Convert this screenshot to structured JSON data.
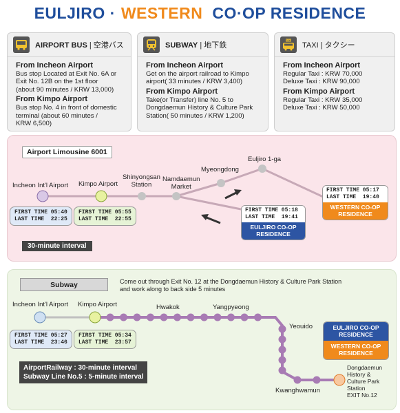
{
  "title": {
    "part1": "EULJIRO ·",
    "part2": "WESTERN",
    "part3": "CO·OP RESIDENCE"
  },
  "cards": {
    "bus": {
      "label_bold": "AIRPORT BUS",
      "label_rest": " | 空港バス",
      "icon": "bus-icon",
      "lines": [
        {
          "type": "h",
          "text": "From Incheon Airport"
        },
        {
          "type": "t",
          "text": "Bus stop Located at Exit No. 6A or"
        },
        {
          "type": "t",
          "text": "Exit No. 12B on the 1st floor"
        },
        {
          "type": "t",
          "text": "(about 90 minutes / KRW 13,000)"
        },
        {
          "type": "h",
          "text": "From Kimpo Airport"
        },
        {
          "type": "t",
          "text": "Bus stop No. 4 in front of domestic"
        },
        {
          "type": "t",
          "text": "terminal (about 60 minutes /"
        },
        {
          "type": "t",
          "text": "KRW 6,500)"
        }
      ]
    },
    "subway": {
      "label_bold": "SUBWAY",
      "label_rest": " | 地下鉄",
      "icon": "subway-icon",
      "lines": [
        {
          "type": "h",
          "text": "From Incheon Airport"
        },
        {
          "type": "t",
          "text": "Get on the airport railroad to Kimpo"
        },
        {
          "type": "t",
          "text": "airport( 33 minutes / KRW 3,400)"
        },
        {
          "type": "h",
          "text": "From Kimpo Airport"
        },
        {
          "type": "t",
          "text": "Take(or Transfer) line No. 5 to"
        },
        {
          "type": "t",
          "text": "Dongdaemun History & Culture Park"
        },
        {
          "type": "t",
          "text": "Station( 50 minutes / KRW 1,200)"
        }
      ]
    },
    "taxi": {
      "label_bold": "",
      "label_rest": "TAXI | タクシー",
      "icon": "taxi-icon",
      "icon_text": "TAXI",
      "lines": [
        {
          "type": "h",
          "text": "From Incheon Airport"
        },
        {
          "type": "t",
          "text": "Regular Taxi : KRW 70,000"
        },
        {
          "type": "t",
          "text": "Deluxe Taxi : KRW 90,000"
        },
        {
          "type": "h",
          "text": "From Kimpo Airport"
        },
        {
          "type": "t",
          "text": "Regular Taxi : KRW 35,000"
        },
        {
          "type": "t",
          "text": "Deluxe Taxi : KRW 50,000"
        }
      ]
    }
  },
  "limousine": {
    "label": "Airport Limousine 6001",
    "stations": {
      "incheon": "Incheon Int'l Airport",
      "kimpo": "Kimpo Airport",
      "shinyongsan": "Shinyongsan\nStation",
      "namdaemun": "Namdaemun\nMarket",
      "myeongdong": "Myeongdong",
      "euljiro": "Euljiro 1-ga"
    },
    "incheon_times": "FIRST TIME 05:40\nLAST TIME  22:25",
    "kimpo_times": "FIRST TIME 05:55\nLAST TIME  22:55",
    "euljiro_res": {
      "times": "FIRST TIME 05:18\nLAST TIME  19:41",
      "name": "EULJIRO CO-OP\nRESIDENCE"
    },
    "western_res": {
      "times": "FIRST TIME 05:17\nLAST TIME  19:40",
      "name": "WESTERN CO-OP\nRESIDENCE"
    },
    "interval": "30-minute interval"
  },
  "subway_route": {
    "label": "Subway",
    "note": "Come out through Exit No. 12 at the Dongdaemun History & Culture Park Station\nand work along to back side 5 minutes",
    "stations": {
      "incheon": "Incheon Int'l Airport",
      "kimpo": "Kimpo Airport",
      "hwakok": "Hwakok",
      "yangpyeong": "Yangpyeong",
      "yeouido": "Yeouido",
      "kwanghwamun": "Kwanghwamun",
      "dongdaemun": "Dongdaemun\nHistory &\nCulture Park\nStation\nEXIT No.12"
    },
    "incheon_times": "FIRST TIME 05:27\nLAST TIME  23:46",
    "kimpo_times": "FIRST TIME 05:34\nLAST TIME  23:57",
    "res_euljiro": "EULJIRO CO-OP\nRESIDENCE",
    "res_western": "WESTERN CO-OP\nRESIDENCE",
    "interval_line1": "AirportRailway : 30-minute interval",
    "interval_line2": "Subway Line No.5 : 5-minute interval"
  },
  "colors": {
    "blue": "#1f4e9c",
    "orange": "#f08a1c",
    "purple": "#a87bb4",
    "pink_panel": "#fbe5ea",
    "green_panel": "#eef5e6"
  }
}
